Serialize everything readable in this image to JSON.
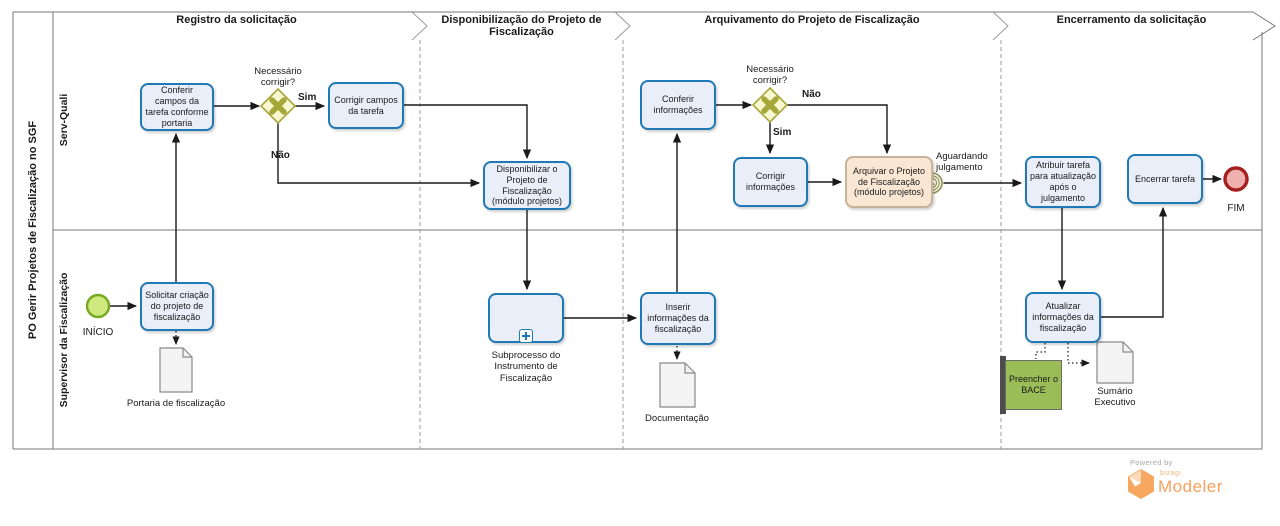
{
  "pool": {
    "title": "PO Gerir Projetos de Fiscalização no SGF"
  },
  "lanes": {
    "top": "Serv-Quali",
    "bottom": "Supervisor da Fiscalização"
  },
  "phases": {
    "p1": "Registro da solicitação",
    "p2": "Disponibilização do Projeto de Fiscalização",
    "p3": "Arquivamento do Projeto de Fiscalização",
    "p4": "Encerramento da solicitação"
  },
  "tasks": {
    "conferir_campos": "Conferir campos da tarefa conforme portaria",
    "corrigir_campos": "Corrigir campos da tarefa",
    "disponibilizar": "Disponibilizar o Projeto de Fiscalização (módulo projetos)",
    "solicitar": "Solicitar criação do projeto de fiscalização",
    "subprocesso": "Subprocesso do Instrumento de Fiscalização",
    "inserir": "Inserir informações da fiscalização",
    "conferir_info": "Conferir informações",
    "corrigir_info": "Corrigir informações",
    "arquivar": "Arquivar o Projeto de Fiscalização (módulo projetos)",
    "atribuir": "Atribuir tarefa para atualização após o julgamento",
    "encerrar": "Encerrar tarefa",
    "atualizar": "Atualizar informações da fiscalização"
  },
  "gateways": {
    "g1": "Necessário corrigir?",
    "g2": "Necessário corrigir?"
  },
  "flows": {
    "g1_sim": "Sim",
    "g1_nao": "Não",
    "g2_sim": "Sim",
    "g2_nao": "Não",
    "aguardando": "Aguardando julgamento"
  },
  "events": {
    "start": "INÍCIO",
    "end": "FIM"
  },
  "artifacts": {
    "portaria": "Portaria de fiscalização",
    "documentacao": "Documentação",
    "sumario": "Sumário Executivo",
    "bace": "Preencher o BACE"
  },
  "branding": {
    "powered_by": "Powered by",
    "brand": "bizagi",
    "product": "Modeler"
  },
  "colors": {
    "task_fill": "#E9EEF9",
    "task_border": "#2079B7",
    "archive_fill": "#F9E6D3",
    "archive_border": "#C9B29A",
    "gateway_fill": "#F7F7D0",
    "gateway_border": "#A6A73B",
    "start_fill": "#CFE97F",
    "start_border": "#76A821",
    "end_fill": "#F0AFAF",
    "end_border": "#A3201F",
    "timer_border": "#8F8F52",
    "doc_fill": "#F4F4F4",
    "doc_border": "#8A8A8A",
    "bace_fill": "#9ABD58",
    "brand_orange": "#F5A15C"
  }
}
